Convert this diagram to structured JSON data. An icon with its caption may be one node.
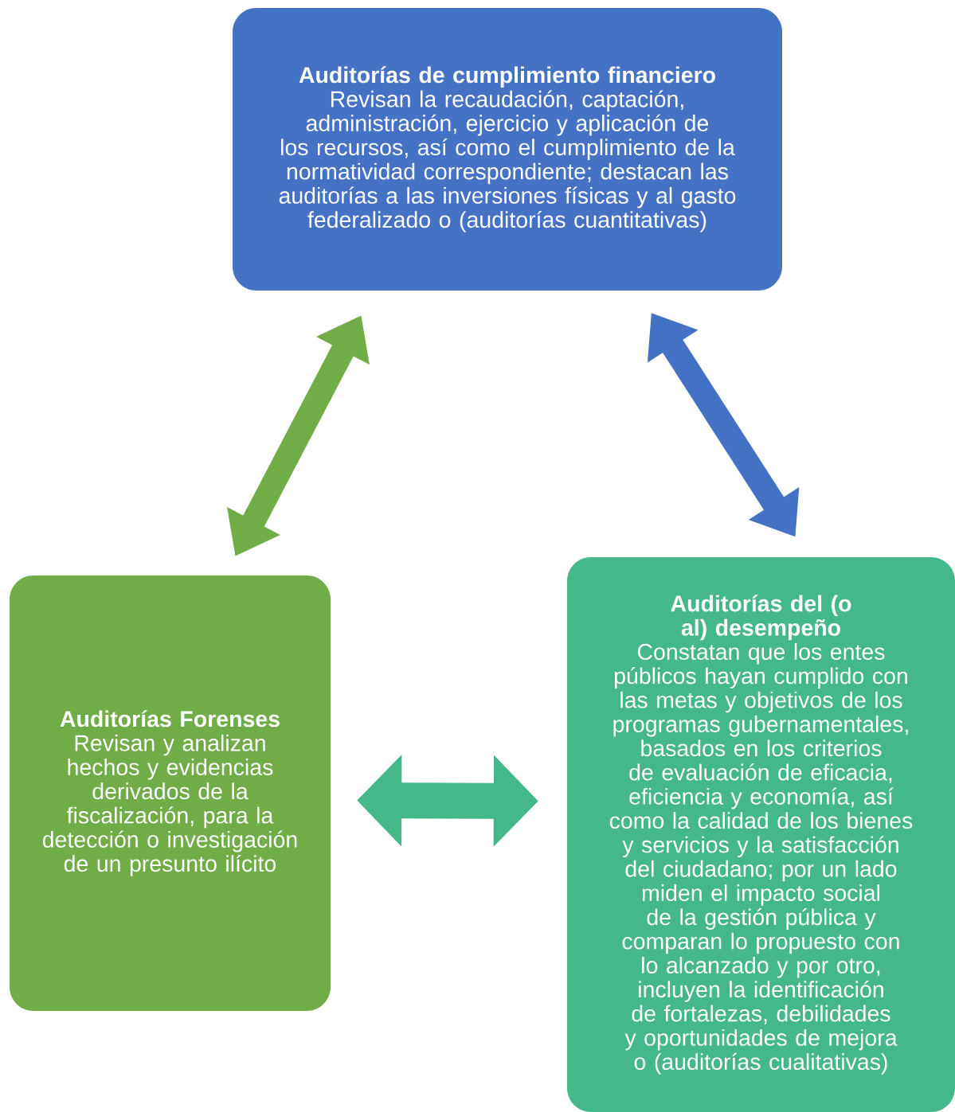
{
  "diagram": {
    "nodes": [
      {
        "text": [
          "Auditorías de cumplimiento financiero",
          "Revisan la recaudación, captación, administración, ejercicio y aplicación de los recursos, así como el cumplimiento de la normatividad correspondiente; destacan las auditorías a las inversiones físicas y al gasto federalizado o (auditorías cuantitativas)"
        ]
      },
      {
        "text": [
          "Auditorías Forenses",
          "Revisan y analizan hechos y evidencias derivados de la fiscalización, para la detección o investigación de un presunto ilícito"
        ]
      },
      {
        "text": [
          "Auditorías del (o al) desempeño",
          "Constatan que los entes públicos hayan cumplido con las metas y objetivos de los programas gubernamentales, basados en los criterios de evaluación de eficacia, eficiencia y economía, así como la calidad de los bienes y servicios y la satisfacción del ciudadano; por un lado miden el impacto social de la gestión pública y comparan lo propuesto con lo alcanzado y por otro, incluyen la identificación de fortalezas, debilidades y oportunidades de mejora o (auditorías cualitativas)"
        ]
      }
    ],
    "edges": [
      {
        "from": 1,
        "to": 0,
        "arrow": "both",
        "color": "#70ad47"
      },
      {
        "from": 0,
        "to": 2,
        "arrow": "both",
        "color": "#4472c4"
      },
      {
        "from": 1,
        "to": 2,
        "arrow": "both",
        "color": "#44b78b"
      }
    ]
  }
}
